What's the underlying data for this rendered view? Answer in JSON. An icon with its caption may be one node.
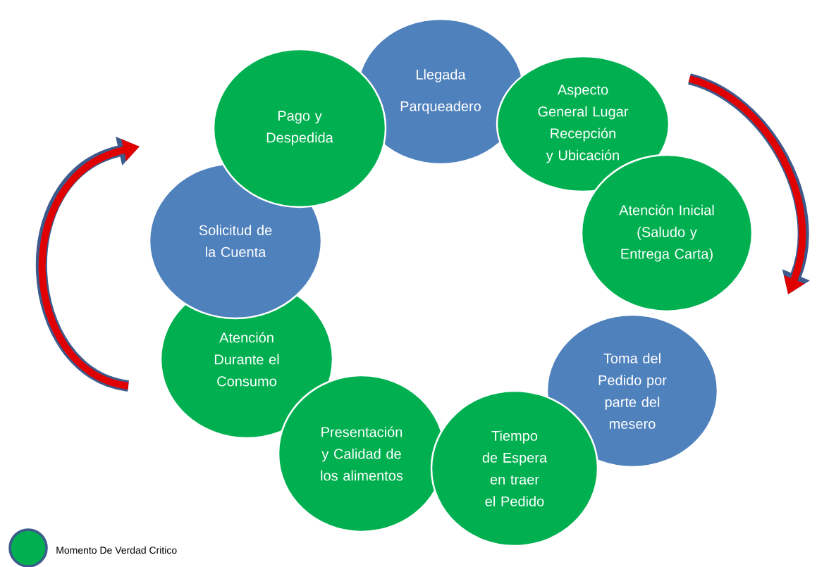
{
  "diagram": {
    "nodes": [
      {
        "text": [
          "Llegada Parqueadero"
        ]
      },
      {
        "text": [
          "Aspecto General Lugar Recepción y Ubicación"
        ]
      },
      {
        "text": [
          "Atención Inicial (Saludo y Entrega Carta)"
        ]
      },
      {
        "text": [
          "Toma del Pedido por parte del mesero"
        ]
      },
      {
        "text": [
          "Tiempo de Espera en traer el Pedido"
        ]
      },
      {
        "text": [
          "Presentación y Calidad de los alimentos"
        ]
      },
      {
        "text": [
          "Atención Durante el Consumo"
        ]
      },
      {
        "text": [
          "Solicitud de la Cuenta"
        ]
      },
      {
        "text": [
          "Pago y Despedida"
        ]
      }
    ],
    "legend": [
      {
        "text": "Momento De Verdad Critico",
        "color": "#00b050"
      }
    ]
  }
}
